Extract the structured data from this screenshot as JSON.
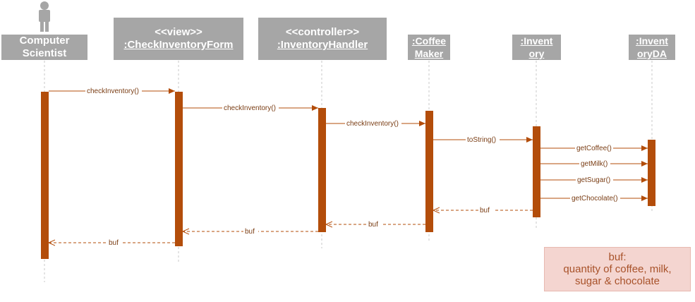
{
  "actors": {
    "computer_scientist": {
      "line1": "Computer",
      "line2": "Scientist"
    },
    "check_inventory_form": {
      "stereotype": "<<view>>",
      "name": ":CheckInventoryForm"
    },
    "inventory_handler": {
      "stereotype": "<<controller>>",
      "name": ":InventoryHandler"
    },
    "coffee_maker": {
      "line1": ":Coffee",
      "line2": "Maker"
    },
    "inventory": {
      "line1": ":Invent",
      "line2": "ory"
    },
    "inventory_da": {
      "line1": ":Invent",
      "line2": "oryDA"
    }
  },
  "messages": {
    "m1": "checkInventory()",
    "m2": "checkInventory()",
    "m3": "checkInventory()",
    "m4": "toString()",
    "m5": "getCoffee()",
    "m6": "getMilk()",
    "m7": "getSugar()",
    "m8": "getChocolate()",
    "r1": "buf",
    "r2": "buf",
    "r3": "buf",
    "r4": "buf"
  },
  "note": {
    "line1": "buf:",
    "line2": "quantity of coffee, milk,",
    "line3": "sugar & chocolate"
  },
  "colors": {
    "header_fill": "#a6a6a6",
    "header_text": "#ffffff",
    "activation": "#b34d0a",
    "message_line": "#b34d0a",
    "note_fill": "#f4d5d0",
    "note_text": "#a8522a"
  },
  "icons": {
    "actor": "stick-figure-icon"
  }
}
